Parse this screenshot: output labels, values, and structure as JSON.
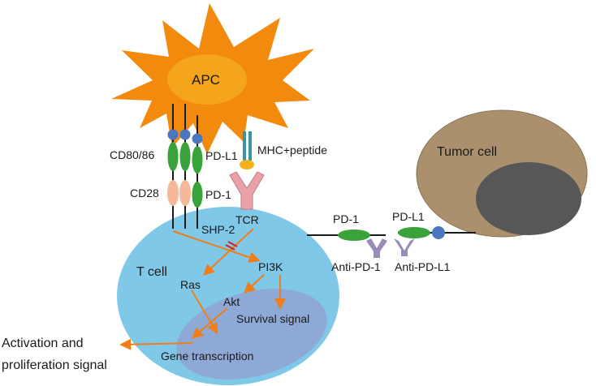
{
  "labels": {
    "apc": "APC",
    "cd80_86": "CD80/86",
    "pd_l1_apc": "PD-L1",
    "mhc_peptide": "MHC+peptide",
    "cd28": "CD28",
    "pd1_tcell": "PD-1",
    "shp2": "SHP-2",
    "tcr": "TCR",
    "t_cell": "T cell",
    "pi3k": "PI3K",
    "ras": "Ras",
    "akt": "Akt",
    "survival_signal": "Survival signal",
    "gene_transcription": "Gene transcription",
    "activation_line1": "Activation and",
    "activation_line2": "proliferation signal",
    "tumor_cell": "Tumor cell",
    "pd1_free": "PD-1",
    "pd_l1_tumor": "PD-L1",
    "anti_pd1": "Anti-PD-1",
    "anti_pd_l1": "Anti-PD-L1"
  },
  "colors": {
    "apc": "#f28a0e",
    "apc_nucleus": "#f5a51b",
    "t_cell": "#80c8e8",
    "nucleus_t": "#8fa9d6",
    "tumor": "#ab906e",
    "tumor_nucleus": "#575757",
    "arrow": "#ee7d1a",
    "green_receptor": "#3aa23a",
    "blue_ball": "#4a77c0",
    "cd28": "#f5b89a",
    "tcr": "#e8a2a8",
    "mhc": "#3a93a8",
    "peptide": "#f5b21b",
    "antibody": "#9a8cb8",
    "inhibit": "#d0202a"
  }
}
